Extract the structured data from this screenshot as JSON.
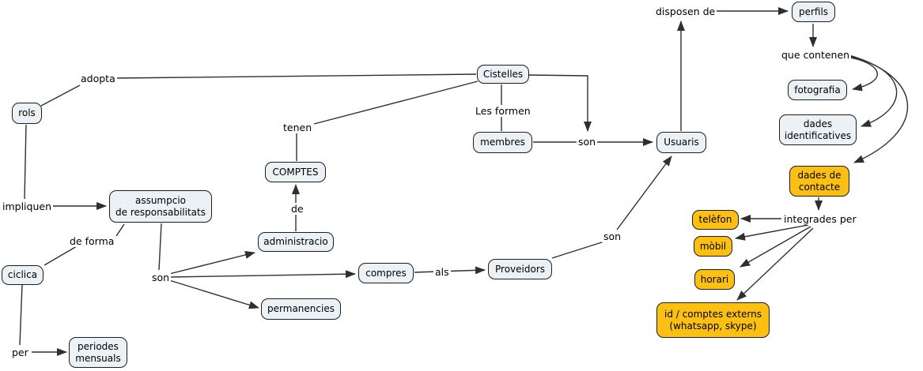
{
  "diagram": {
    "title": "concept map",
    "nodes": {
      "rols": "rols",
      "cistelles": "Cistelles",
      "perfils": "perfils",
      "fotografia": "fotografia",
      "dades_identificatives": "dades\nidentificatives",
      "dades_de_contacte": "dades de\ncontacte",
      "telefon": "telèfon",
      "mobil": "mòbil",
      "horari": "horari",
      "id_comptes": "id / comptes externs\n(whatsapp, skype)",
      "usuaris": "Usuaris",
      "membres": "membres",
      "comptes": "COMPTES",
      "administracio": "administracio",
      "assumpcio": "assumpcio\nde responsabilitats",
      "ciclica": "ciclica",
      "compres": "compres",
      "proveidors": "Proveidors",
      "permanencies": "permanencies",
      "periodes_mensuals": "periodes\nmensuals"
    },
    "edge_labels": {
      "adopta": "adopta",
      "disposen_de": "disposen de",
      "que_contenen": "que contenen",
      "integrades_per": "integrades per",
      "les_formen": "Les formen",
      "son_membres": "son",
      "tenen": "tenen",
      "de": "de",
      "impliquen": "impliquen",
      "de_forma": "de forma",
      "son_assumpcio": "son",
      "als": "als",
      "son_proveidors": "son",
      "per": "per"
    },
    "colors": {
      "background": "#FFFFFF",
      "node_fill": "#ECF1F5",
      "node_border": "#1C1C1C",
      "highlight_fill": "#FCC013",
      "line": "#2F2F2F",
      "text": "#000000"
    }
  }
}
